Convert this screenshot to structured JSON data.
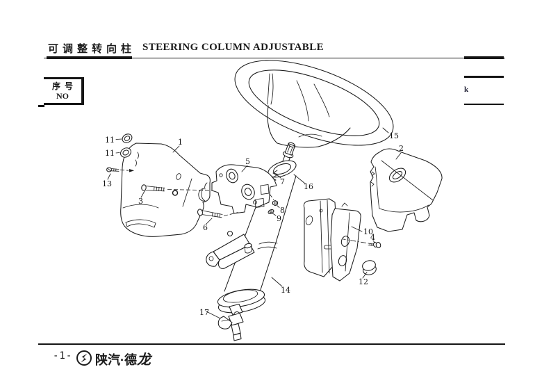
{
  "page": {
    "paper_color": "#ffffff",
    "ink_color": "#1b1b1b"
  },
  "header": {
    "title_zh": "可调整转向柱",
    "title_en": "STEERING COLUMN ADJUSTABLE"
  },
  "index_header_box": {
    "label_zh": "序号",
    "label_en": "NO"
  },
  "right_table_fragment": {
    "cell_text": "k"
  },
  "diagram": {
    "name": "steering-column-adjustable-exploded-view",
    "callouts": [
      {
        "label": "1"
      },
      {
        "label": "2"
      },
      {
        "label": "3"
      },
      {
        "label": "4"
      },
      {
        "label": "5"
      },
      {
        "label": "6"
      },
      {
        "label": "7"
      },
      {
        "label": "8"
      },
      {
        "label": "9"
      },
      {
        "label": "10"
      },
      {
        "label": "11"
      },
      {
        "label": "11"
      },
      {
        "label": "12"
      },
      {
        "label": "13"
      },
      {
        "label": "14"
      },
      {
        "label": "15"
      },
      {
        "label": "16"
      },
      {
        "label": "17"
      }
    ]
  },
  "footer": {
    "page_number": "-1-",
    "logo_name": "shaanxi-auto-logo",
    "brand_prefix": "陕汽·德",
    "brand_suffix": "龙"
  }
}
